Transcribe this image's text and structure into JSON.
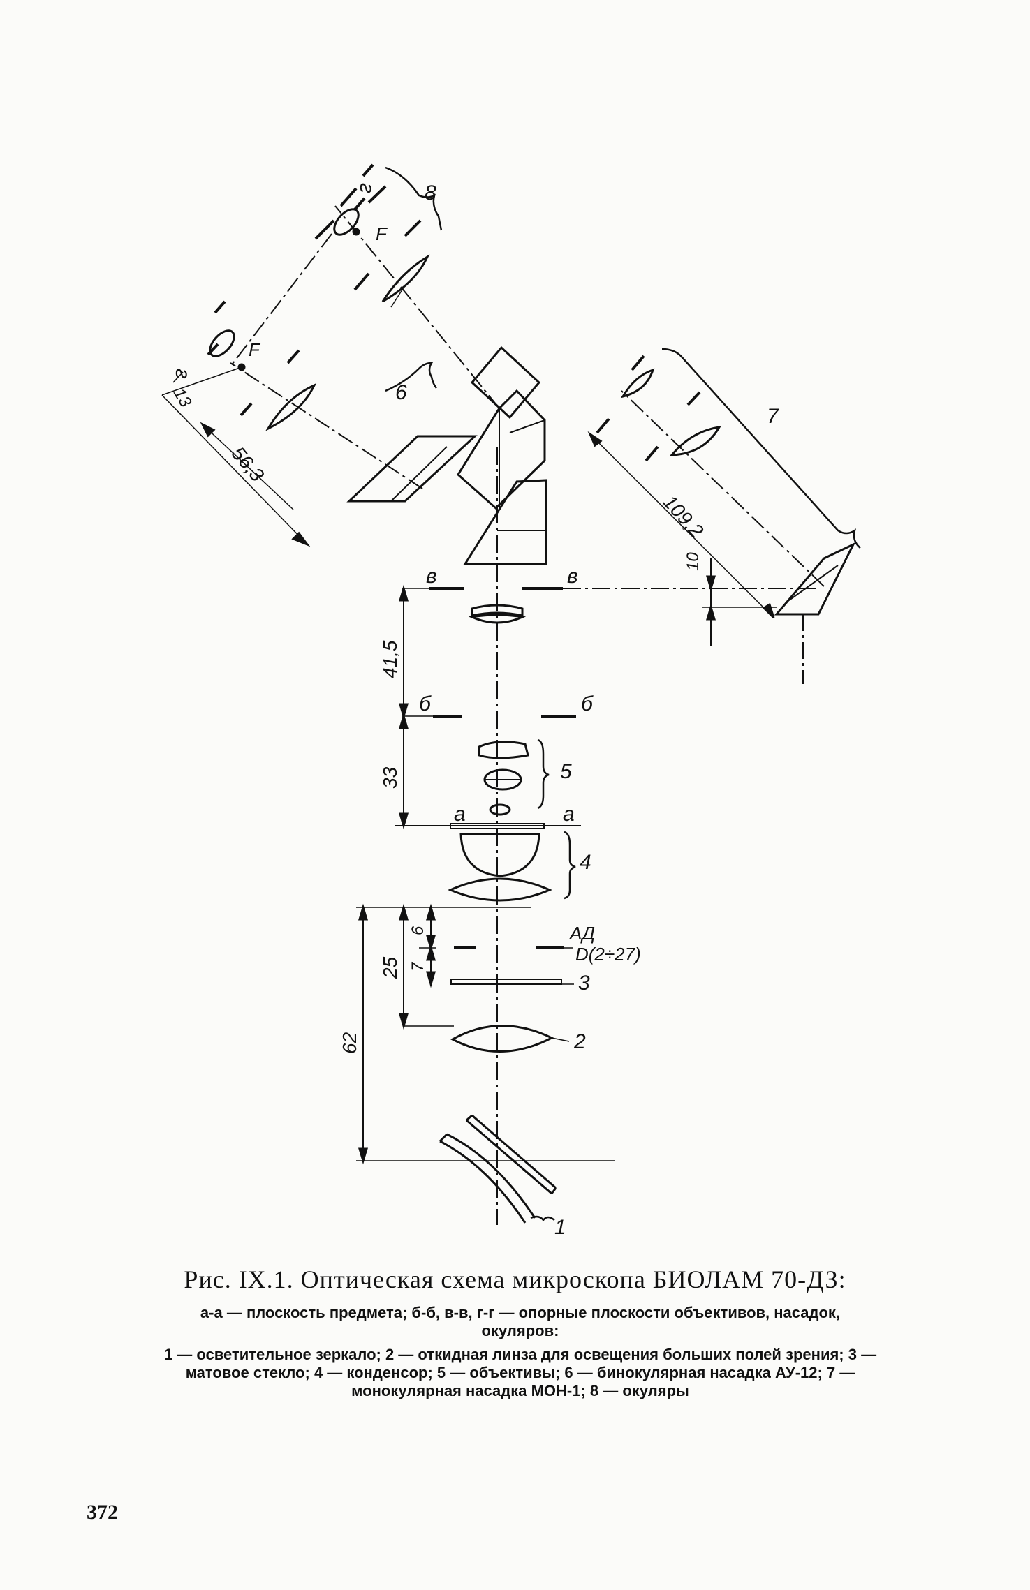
{
  "figure": {
    "labels": {
      "g_top": "г",
      "eyepiece_group": "8",
      "focus_top": "F",
      "g_left": "г",
      "focus_left": "F",
      "binocular_group": "6",
      "monocular_group": "7",
      "plane_v_left": "в",
      "plane_v_right": "в",
      "plane_b_left": "б",
      "plane_b_right": "б",
      "plane_a_left": "а",
      "plane_a_right": "а",
      "objectives_group": "5",
      "condenser_group": "4",
      "aperture_label": "АД",
      "aperture_range": "D(2÷27)",
      "matte_glass": "3",
      "folding_lens": "2",
      "mirror": "1"
    },
    "dimensions": {
      "d13": "13",
      "d56_3": "56,3",
      "d109_2": "109,2",
      "d10": "10",
      "d41_5": "41,5",
      "d33": "33",
      "d6": "6",
      "d7": "7",
      "d25": "25",
      "d62": "62"
    }
  },
  "caption": {
    "title": "Рис. IX.1. Оптическая схема микроскопа БИОЛАМ 70-ДЗ:",
    "line_a": "а-а — плоскость предмета; б-б, в-в, г-г — опорные плоскости объективов, насадок, окуляров:",
    "line_b": "1 — осветительное зеркало; 2 — откидная линза для освещения больших полей зрения; 3 — матовое стекло; 4 — конденсор; 5 — объективы; 6 — бинокулярная насадка АУ-12; 7 — монокулярная насадка МОН-1; 8 — окуляры"
  },
  "page_number": "372"
}
